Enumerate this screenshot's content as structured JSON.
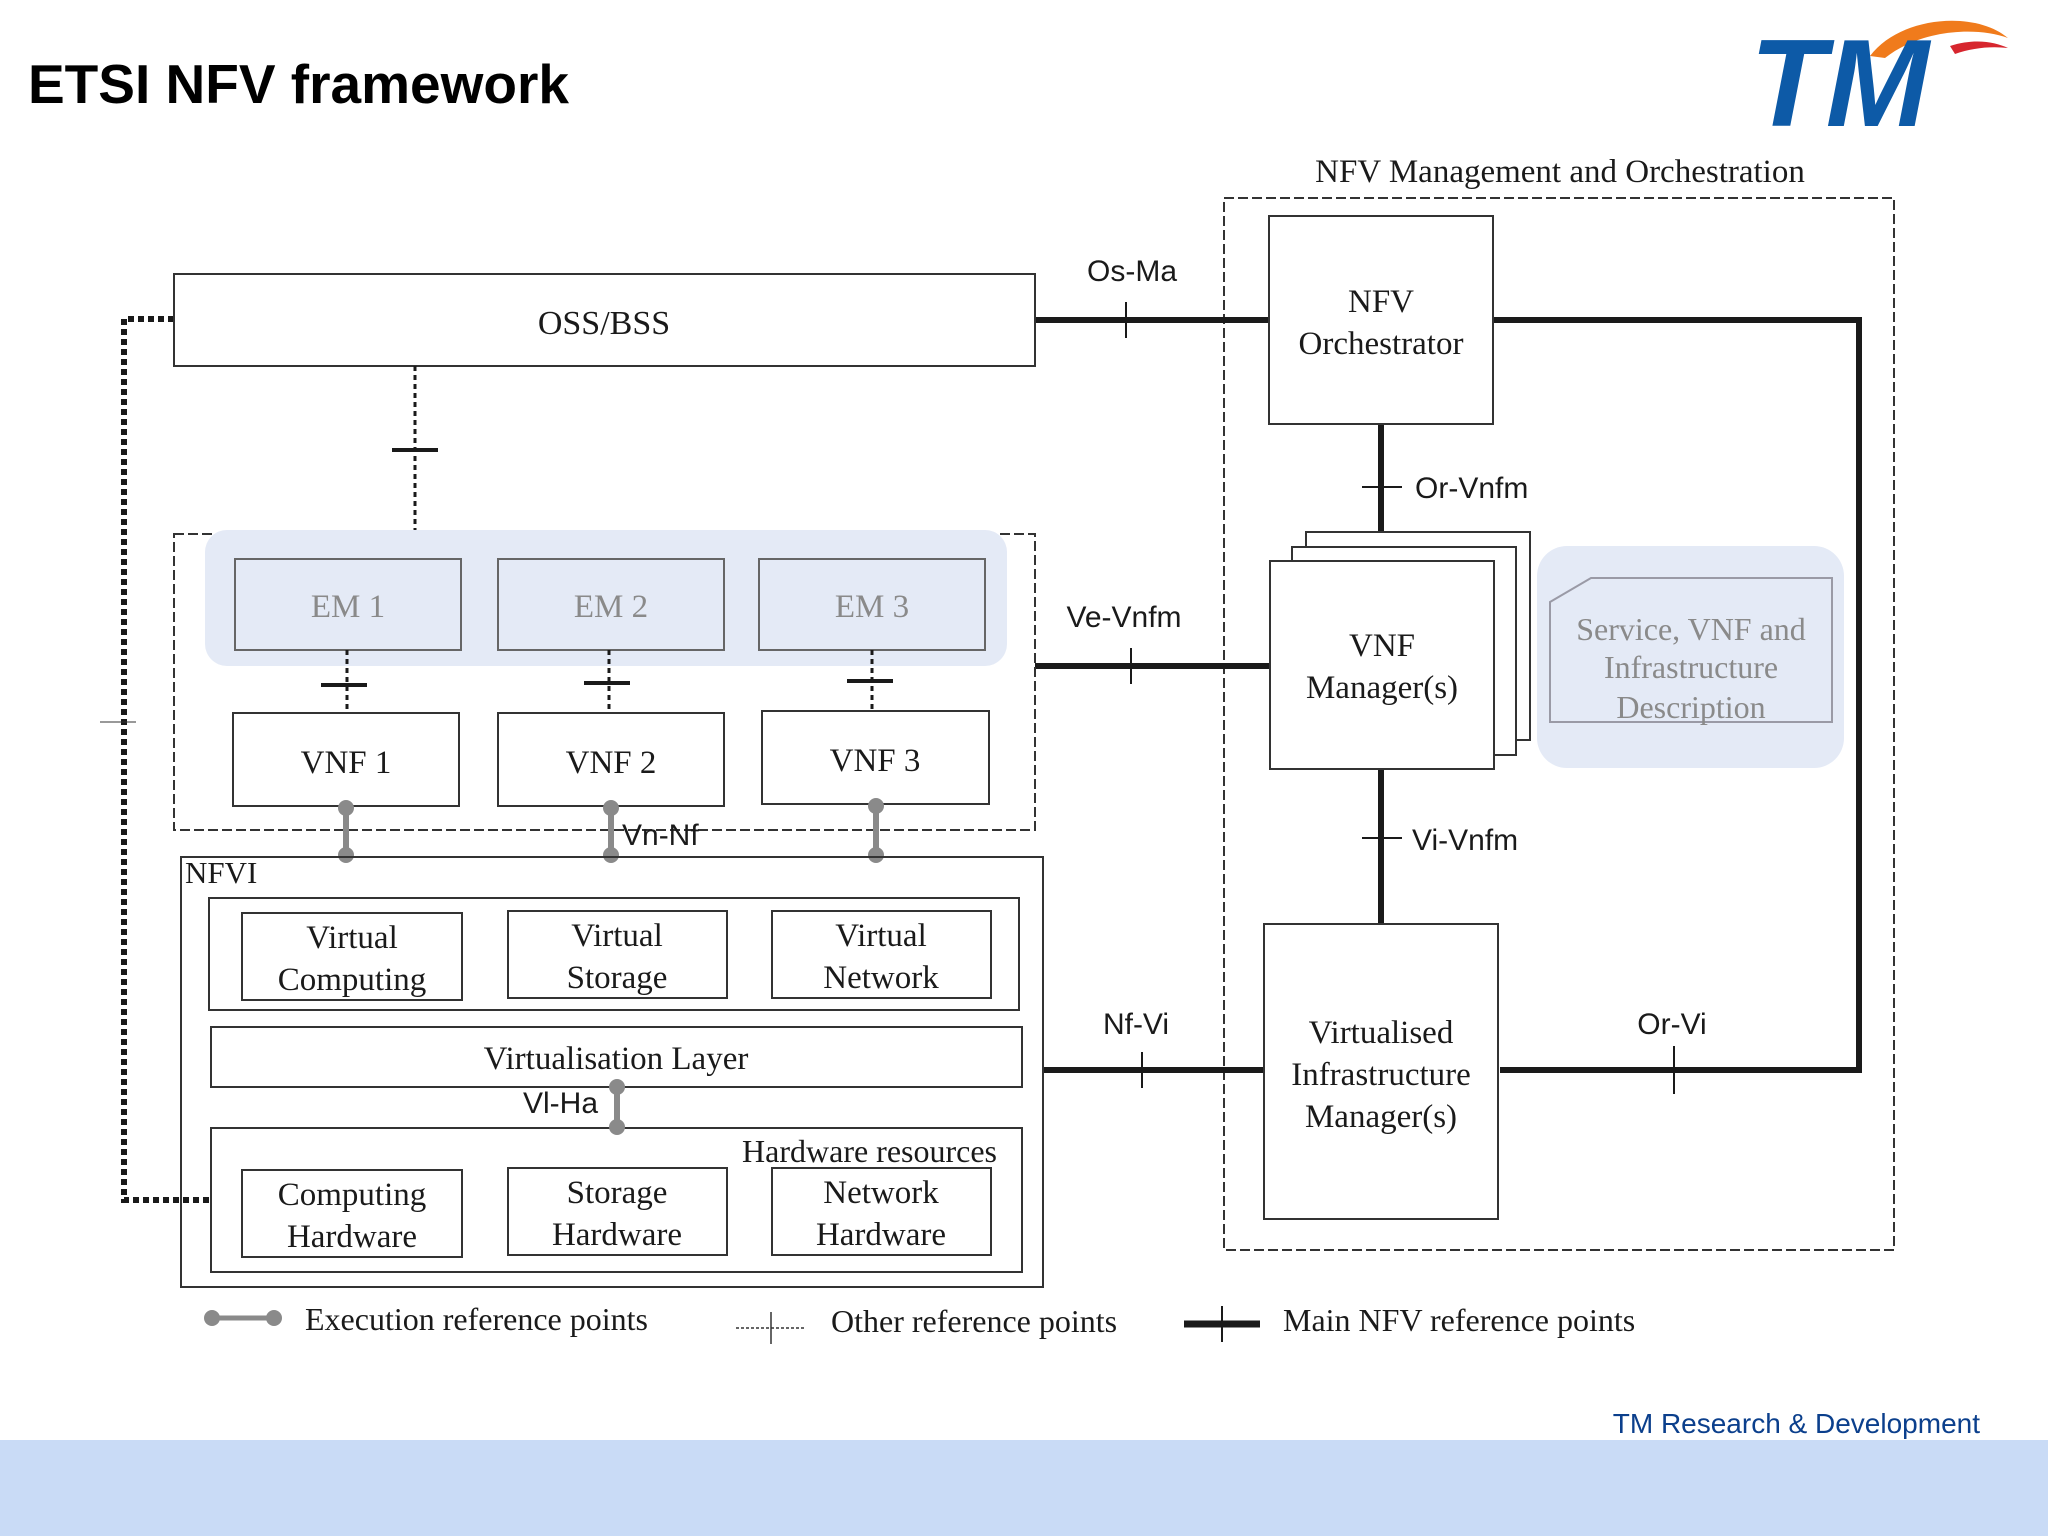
{
  "slide": {
    "title": "ETSI NFV framework",
    "logo_text": "TM",
    "footer": "TM Research & Development",
    "band_color": "#c9dbf6"
  },
  "diagram": {
    "mano_title": "NFV Management and Orchestration",
    "oss_bss": "OSS/BSS",
    "nfv_orchestrator": [
      "NFV",
      "Orchestrator"
    ],
    "vnf_manager": [
      "VNF",
      "Manager(s)"
    ],
    "vim": [
      "Virtualised",
      "Infrastructure",
      "Manager(s)"
    ],
    "service_desc": [
      "Service, VNF and",
      "Infrastructure",
      "Description"
    ],
    "em": [
      "EM 1",
      "EM 2",
      "EM 3"
    ],
    "vnf": [
      "VNF 1",
      "VNF 2",
      "VNF 3"
    ],
    "nfvi": "NFVI",
    "virtual": [
      [
        "Virtual",
        "Computing"
      ],
      [
        "Virtual",
        "Storage"
      ],
      [
        "Virtual",
        "Network"
      ]
    ],
    "virtualisation_layer": "Virtualisation Layer",
    "hardware_resources": "Hardware resources",
    "hardware": [
      [
        "Computing",
        "Hardware"
      ],
      [
        "Storage",
        "Hardware"
      ],
      [
        "Network",
        "Hardware"
      ]
    ],
    "ref_points": {
      "os_ma": "Os-Ma",
      "or_vnfm": "Or-Vnfm",
      "ve_vnfm": "Ve-Vnfm",
      "vn_nf": "Vn-Nf",
      "vi_vnfm": "Vi-Vnfm",
      "nf_vi": "Nf-Vi",
      "or_vi": "Or-Vi",
      "vl_ha": "Vl-Ha"
    },
    "legend": {
      "execution": "Execution reference points",
      "other": "Other reference points",
      "main": "Main NFV reference points"
    },
    "colors": {
      "highlight": "#e4eaf6",
      "execution_line": "#8a8a8a",
      "main_line": "#1a1a1a"
    }
  }
}
